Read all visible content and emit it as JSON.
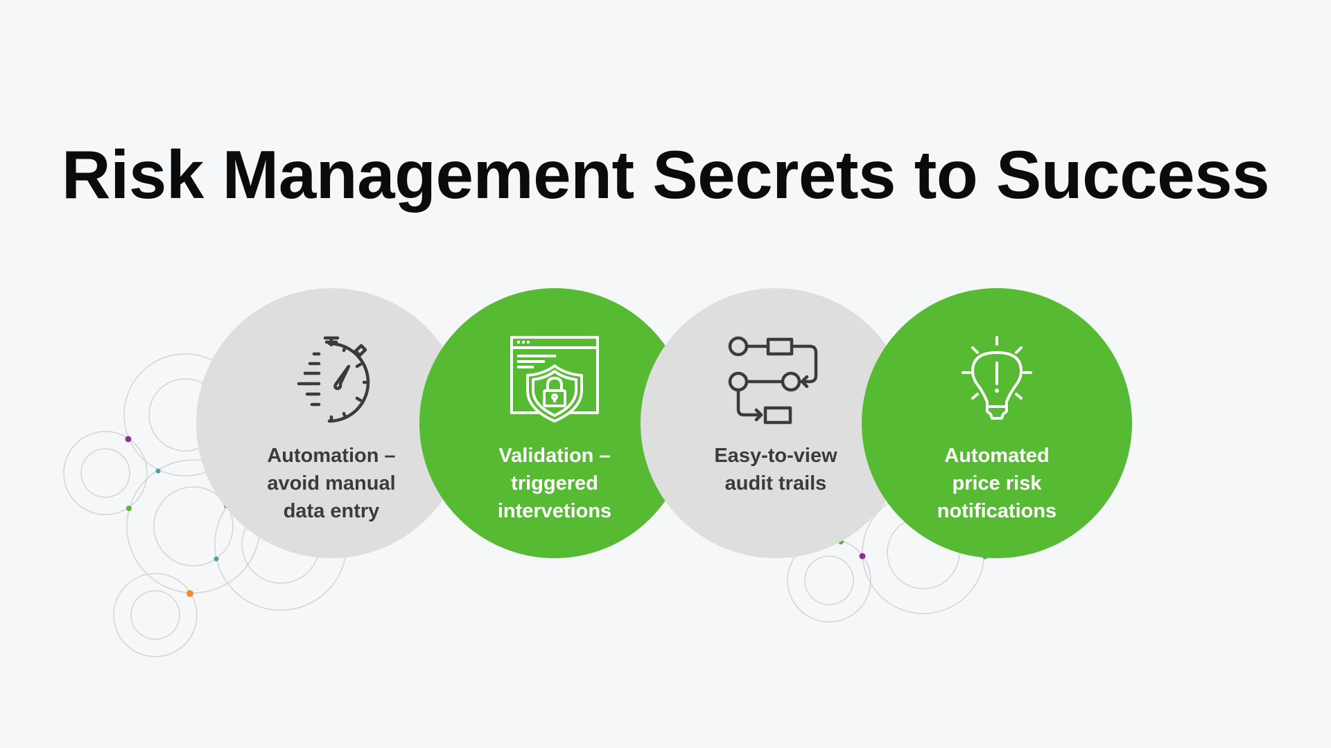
{
  "title": "Risk Management Secrets to Success",
  "colors": {
    "background": "#f6f7f9",
    "accent_green": "#56ba33",
    "bubble_gray": "#dedede",
    "dark_text": "#3b3b3b",
    "title_text": "#0b0b0b",
    "dot_purple": "#8e3291",
    "dot_teal": "#4aa3ad",
    "dot_green": "#56ba33",
    "dot_orange": "#f68a2a"
  },
  "items": [
    {
      "icon": "stopwatch-icon",
      "style": "gray",
      "lines": [
        "Automation –",
        "avoid manual",
        "data entry"
      ]
    },
    {
      "icon": "shield-lock-window-icon",
      "style": "green",
      "lines": [
        "Validation –",
        "triggered",
        "intervetions"
      ]
    },
    {
      "icon": "flowchart-icon",
      "style": "gray",
      "lines": [
        "Easy-to-view",
        "audit trails"
      ]
    },
    {
      "icon": "lightbulb-alert-icon",
      "style": "green",
      "lines": [
        "Automated",
        "price risk",
        "notifications"
      ]
    }
  ]
}
